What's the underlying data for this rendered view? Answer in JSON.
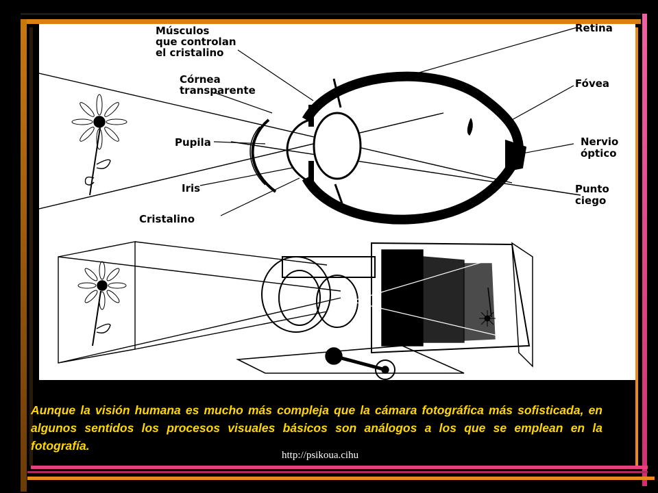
{
  "labels": {
    "musculos": [
      "Músculos",
      "que controlan",
      "el cristalino"
    ],
    "cornea": [
      "Córnea",
      "transparente"
    ],
    "pupila": "Pupila",
    "iris": "Iris",
    "cristalino": "Cristalino",
    "retina": "Retina",
    "fovea": "Fóvea",
    "nervio": [
      "Nervio",
      "óptico"
    ],
    "punto": [
      "Punto",
      "ciego"
    ]
  },
  "caption": "Aunque la visión humana es mucho más compleja que la cámara fotográfica más sofisticada, en algunos sentidos los procesos visuales básicos son análogos a los que se emplean en la fotografía.",
  "url": "http://psikoua.cihu",
  "colors": {
    "caption": "#ffd700",
    "pink": "#e8407e",
    "orange": "#e88a1c",
    "background": "#000000"
  }
}
